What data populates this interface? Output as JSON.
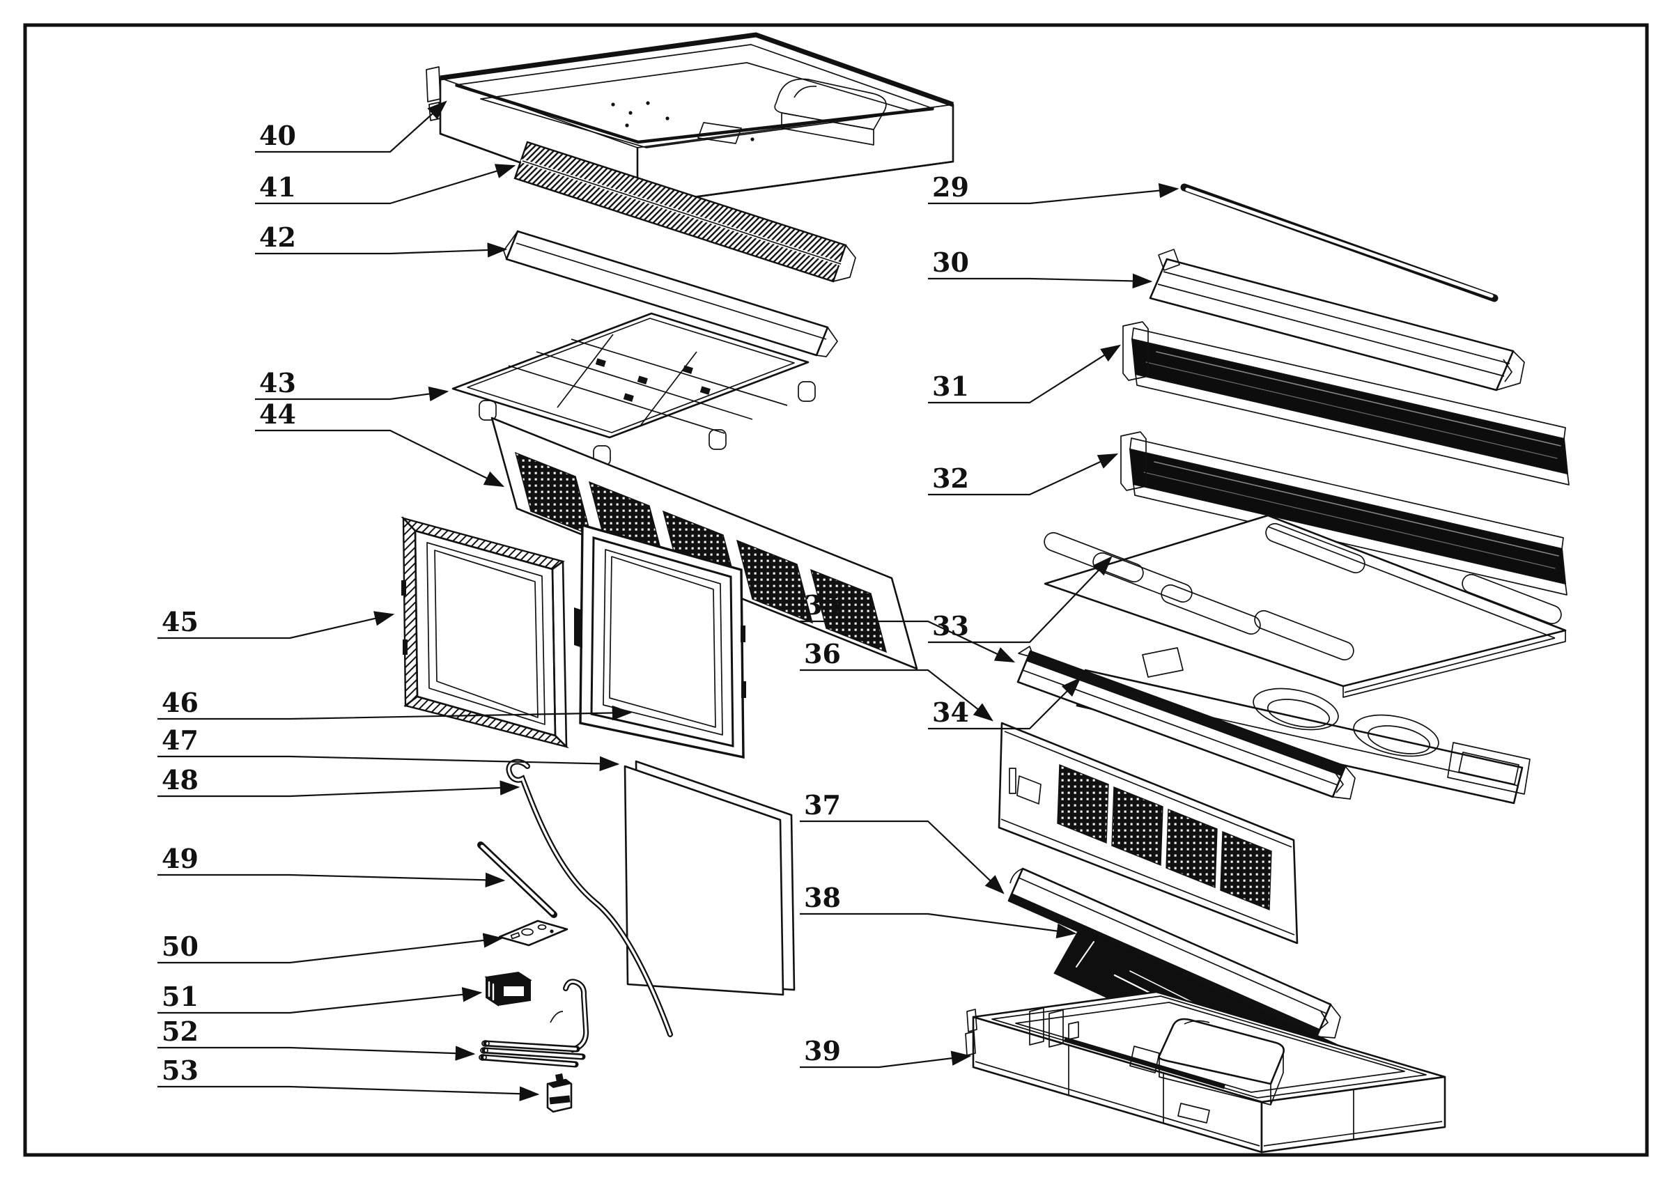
{
  "figure": {
    "kind": "exploded-parts-diagram",
    "paper_color": "#ffffff",
    "ink_color": "#111111"
  },
  "callouts": {
    "c29": "29",
    "c30": "30",
    "c31": "31",
    "c32": "32",
    "c33": "33",
    "c34": "34",
    "c35": "35",
    "c36": "36",
    "c37": "37",
    "c38": "38",
    "c39": "39",
    "c40": "40",
    "c41": "41",
    "c42": "42",
    "c43": "43",
    "c44": "44",
    "c45": "45",
    "c46": "46",
    "c47": "47",
    "c48": "48",
    "c49": "49",
    "c50": "50",
    "c51": "51",
    "c52": "52",
    "c53": "53"
  }
}
